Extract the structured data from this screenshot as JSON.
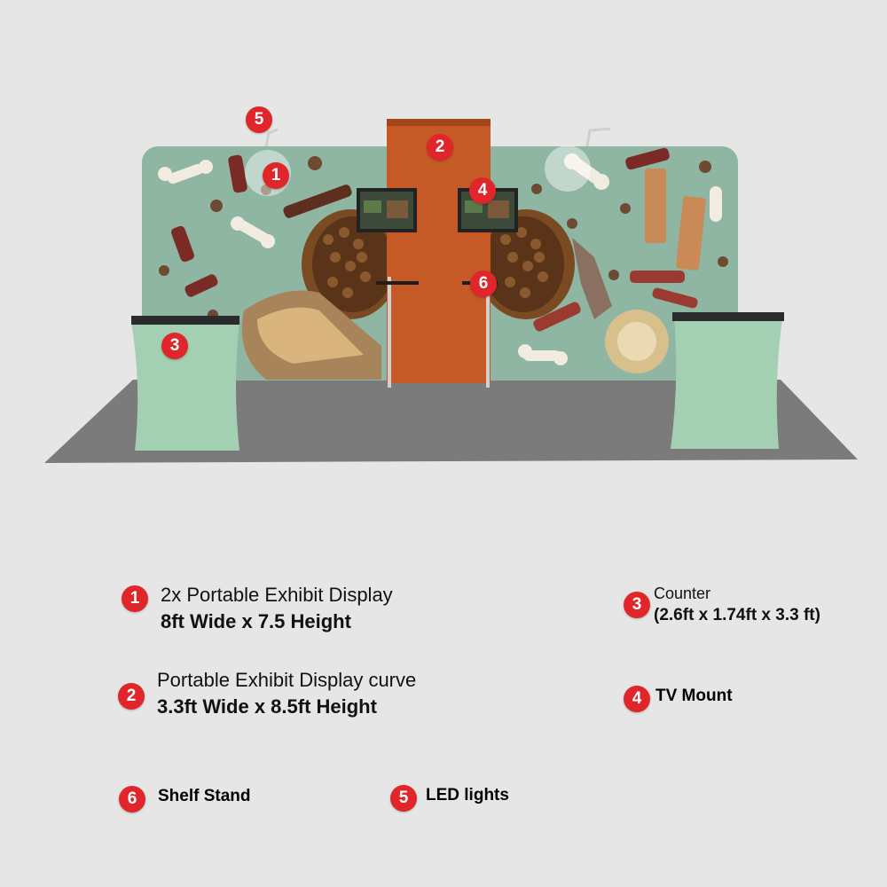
{
  "colors": {
    "background": "#e6e6e6",
    "floor": "#7a7a7a",
    "wall_mint": "#8fb5a3",
    "banner_orange": "#c65a26",
    "counter_mint": "#a3cfb2",
    "marker_red": "#e0262b"
  },
  "markers": {
    "m1": "1",
    "m2": "2",
    "m3": "3",
    "m4": "4",
    "m5": "5",
    "m6": "6"
  },
  "legend": {
    "item1": {
      "number": "1",
      "line1": "2x Portable Exhibit Display",
      "line2": "8ft Wide x 7.5 Height"
    },
    "item2": {
      "number": "2",
      "line1": "Portable Exhibit Display curve",
      "line2": "3.3ft Wide x 8.5ft Height"
    },
    "item3": {
      "number": "3",
      "line1": "Counter",
      "line2": "(2.6ft x 1.74ft x 3.3 ft)"
    },
    "item4": {
      "number": "4",
      "label": "TV Mount"
    },
    "item5": {
      "number": "5",
      "label": "LED lights"
    },
    "item6": {
      "number": "6",
      "label": "Shelf Stand"
    }
  },
  "icons": [
    "led-light-icon",
    "tv-monitor-icon",
    "dog-bone-icon",
    "kibble-bowl-icon"
  ]
}
